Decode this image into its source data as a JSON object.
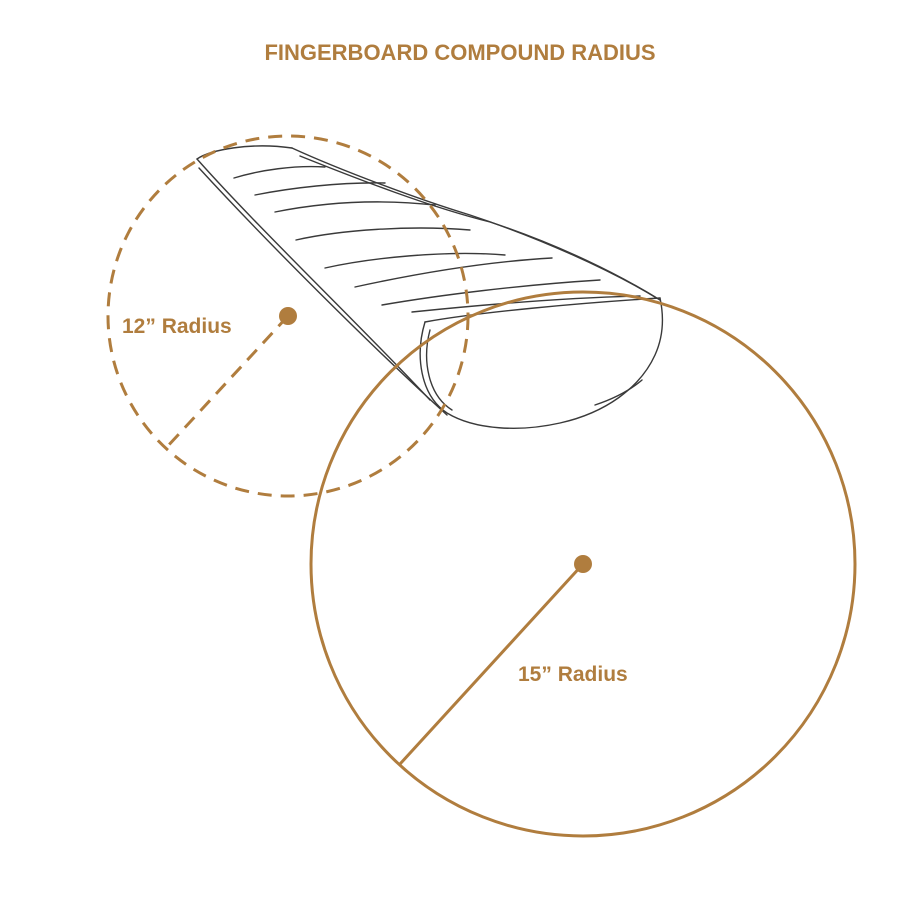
{
  "title": "FINGERBOARD COMPOUND RADIUS",
  "colors": {
    "accent": "#b07d3e",
    "sketch": "#3a3a3a",
    "background": "#ffffff"
  },
  "circles": [
    {
      "label": "12” Radius",
      "style": "dashed"
    },
    {
      "label": "15” Radius",
      "style": "solid"
    }
  ]
}
